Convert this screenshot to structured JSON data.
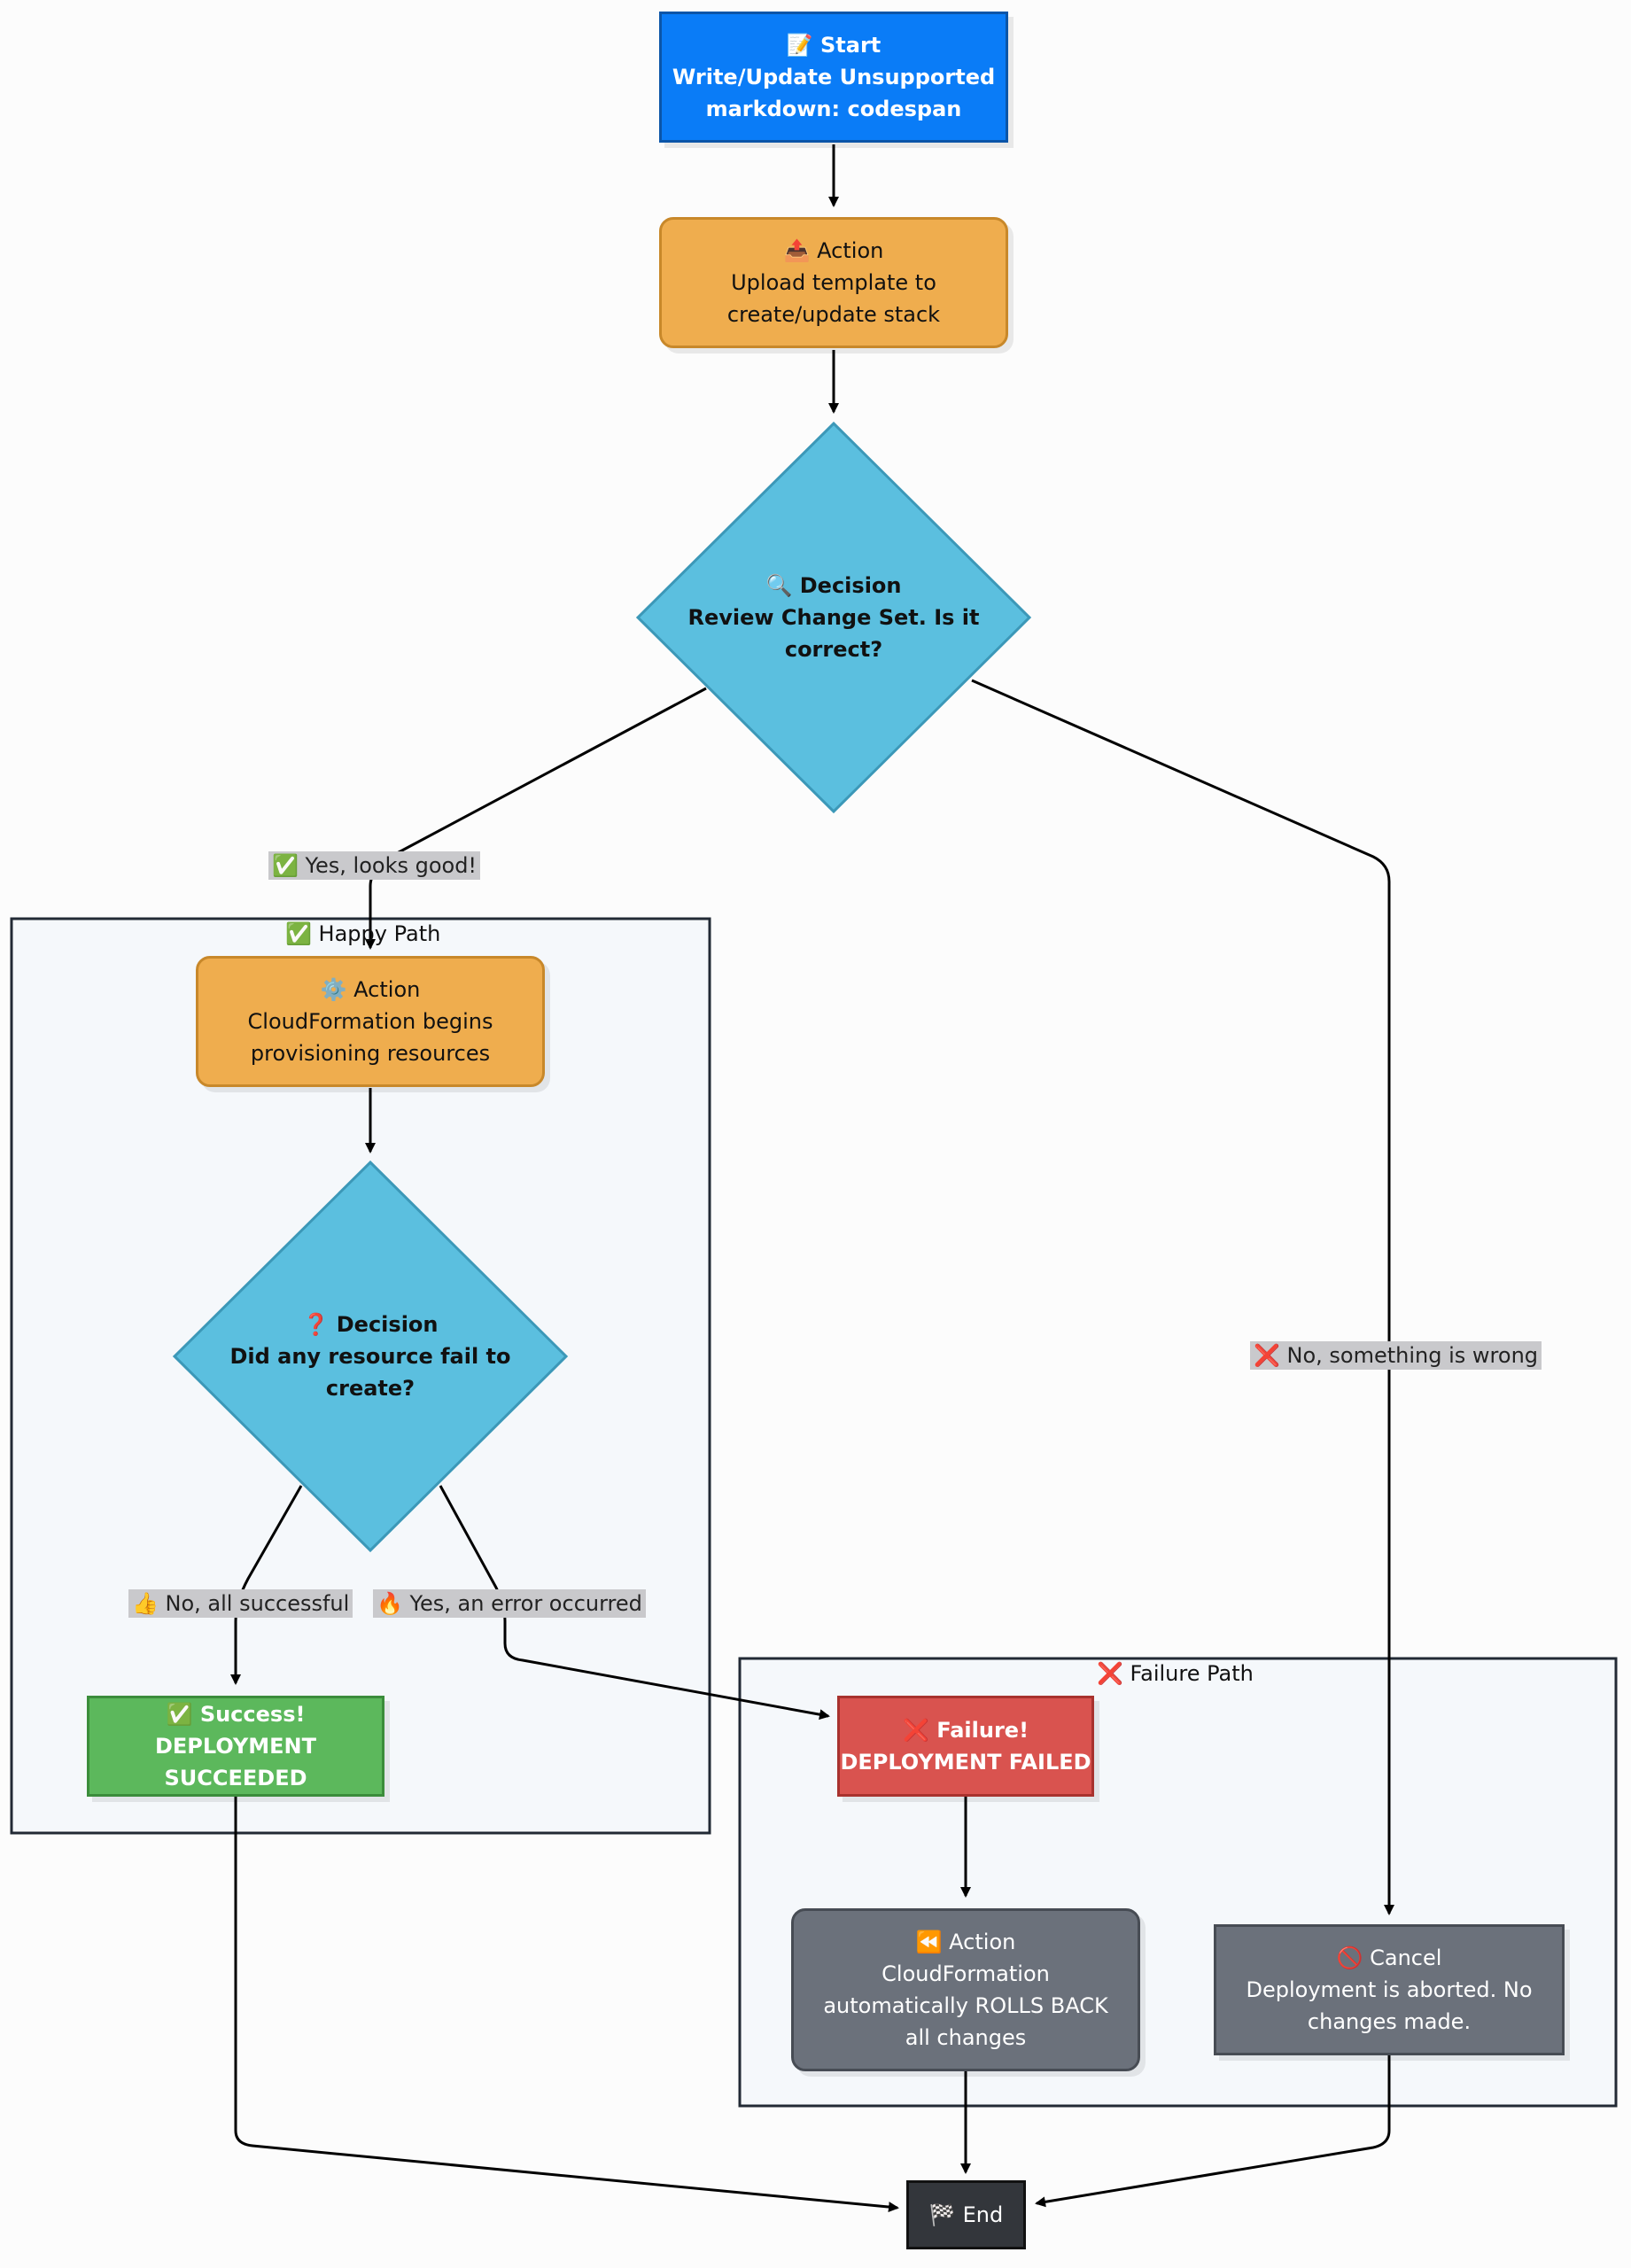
{
  "nodes": {
    "start": {
      "icon": "📝",
      "title": "Start",
      "text_line1": "Write/Update Unsupported",
      "text_line2": "markdown: codespan"
    },
    "upload": {
      "icon": "📤",
      "title": "Action",
      "text_line1": "Upload template to",
      "text_line2": "create/update stack"
    },
    "review": {
      "icon": "🔍",
      "title": "Decision",
      "text_line1": "Review Change Set. Is it",
      "text_line2": "correct?"
    },
    "provision": {
      "icon": "⚙️",
      "title": "Action",
      "text_line1": "CloudFormation begins",
      "text_line2": "provisioning resources"
    },
    "failcheck": {
      "icon": "❓",
      "title": "Decision",
      "text_line1": "Did any resource fail to",
      "text_line2": "create?"
    },
    "success": {
      "icon": "✅",
      "title": "Success!",
      "text_line1": "DEPLOYMENT SUCCEEDED"
    },
    "failure": {
      "icon": "❌",
      "title": "Failure!",
      "text_line1": "DEPLOYMENT FAILED"
    },
    "rollback": {
      "icon": "⏪",
      "title": "Action",
      "text_line1": "CloudFormation",
      "text_line2": "automatically ROLLS BACK",
      "text_line3": "all changes"
    },
    "cancel": {
      "icon": "🚫",
      "title": "Cancel",
      "text_line1": "Deployment is aborted. No",
      "text_line2": "changes made."
    },
    "end": {
      "icon": "🏁",
      "title": "End"
    }
  },
  "clusters": {
    "happy": {
      "icon": "✅",
      "title": "Happy Path"
    },
    "failure": {
      "icon": "❌",
      "title": "Failure Path"
    }
  },
  "edge_labels": {
    "yes_good": {
      "icon": "✅",
      "text": "Yes, looks good!"
    },
    "no_wrong": {
      "icon": "❌",
      "text": "No, something is wrong"
    },
    "no_success": {
      "icon": "👍",
      "text": "No, all successful"
    },
    "yes_error": {
      "icon": "🔥",
      "text": "Yes, an error occurred"
    }
  },
  "colors": {
    "start": "#0a7cf7",
    "action": "#efad4e",
    "decision": "#5bbfdf",
    "success": "#5cb85c",
    "failure": "#d9534f",
    "neutral": "#6b717b",
    "end": "#33363b"
  }
}
